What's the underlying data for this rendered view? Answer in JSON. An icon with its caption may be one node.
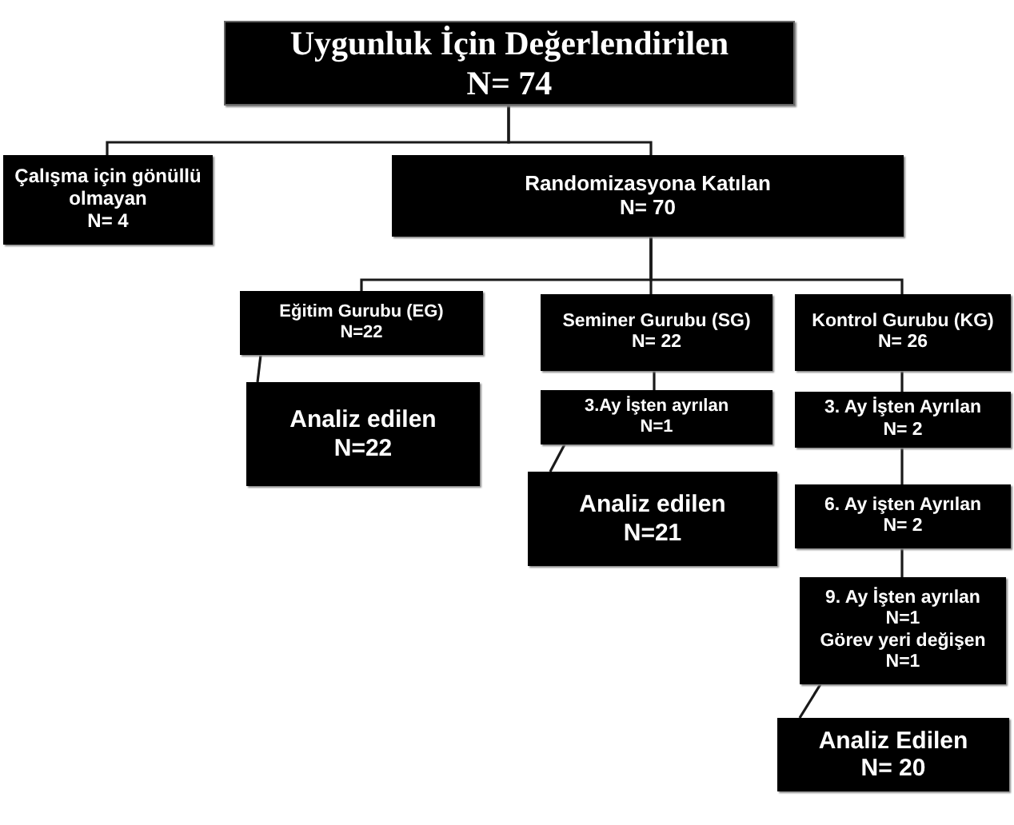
{
  "diagram": {
    "nodes": [
      {
        "text": [
          "Uygunluk İçin Değerlendirilen",
          "N= 74"
        ]
      },
      {
        "text": [
          "Çalışma için gönüllü olmayan",
          "N= 4"
        ]
      },
      {
        "text": [
          "Randomizasyona Katılan",
          "N= 70"
        ]
      },
      {
        "text": [
          "Eğitim Gurubu (EG)",
          "N=22"
        ]
      },
      {
        "text": [
          "Seminer Gurubu (SG)",
          "N= 22"
        ]
      },
      {
        "text": [
          "Kontrol Gurubu (KG)",
          "N= 26"
        ]
      },
      {
        "text": [
          "Analiz edilen",
          "N=22"
        ]
      },
      {
        "text": [
          "3.Ay İşten ayrılan",
          "N=1"
        ]
      },
      {
        "text": [
          "Analiz edilen",
          "N=21"
        ]
      },
      {
        "text": [
          "3. Ay İşten Ayrılan",
          "N= 2"
        ]
      },
      {
        "text": [
          "6. Ay işten Ayrılan",
          "N= 2"
        ]
      },
      {
        "text": [
          "9. Ay İşten ayrılan",
          "N=1",
          "Görev yeri değişen",
          "N=1"
        ]
      },
      {
        "text": [
          "Analiz Edilen",
          "N= 20"
        ]
      }
    ],
    "edges": [
      {
        "from": 0,
        "to": 1,
        "arrow": "none"
      },
      {
        "from": 0,
        "to": 2,
        "arrow": "none"
      },
      {
        "from": 2,
        "to": 3,
        "arrow": "none"
      },
      {
        "from": 2,
        "to": 4,
        "arrow": "none"
      },
      {
        "from": 2,
        "to": 5,
        "arrow": "none"
      },
      {
        "from": 3,
        "to": 6,
        "arrow": "none"
      },
      {
        "from": 4,
        "to": 7,
        "arrow": "none"
      },
      {
        "from": 5,
        "to": 9,
        "arrow": "none"
      },
      {
        "from": 7,
        "to": 8,
        "arrow": "none"
      },
      {
        "from": 9,
        "to": 10,
        "arrow": "none"
      },
      {
        "from": 10,
        "to": 11,
        "arrow": "none"
      },
      {
        "from": 11,
        "to": 12,
        "arrow": "none"
      }
    ]
  }
}
